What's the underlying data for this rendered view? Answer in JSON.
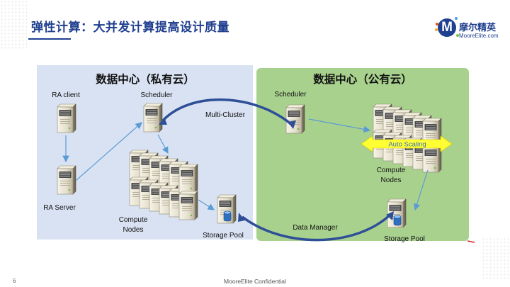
{
  "slide": {
    "title": "弹性计算：大并发计算提高设计质量",
    "logo_text": "摩尔精英",
    "logo_subtext": "MooreElite.com",
    "logo_letter": "M",
    "page_number": "6",
    "footer": "MooreElite Confidential"
  },
  "diagram": {
    "private_cloud": {
      "title": "数据中心（私有云）",
      "ra_client": "RA client",
      "ra_server": "RA Server",
      "scheduler": "Scheduler",
      "compute_nodes_line1": "Compute",
      "compute_nodes_line2": "Nodes",
      "storage_pool": "Storage Pool"
    },
    "public_cloud": {
      "title": "数据中心（公有云）",
      "scheduler": "Scheduler",
      "compute_nodes_line1": "Compute",
      "compute_nodes_line2": "Nodes",
      "auto_scaling": "Auto Scaling",
      "storage_pool": "Storage Pool"
    },
    "links": {
      "multi_cluster": "Multi-Cluster",
      "data_manager": "Data Manager"
    }
  },
  "colors": {
    "title_blue": "#1f3f8f",
    "private_bg": "#d9e2f2",
    "public_bg": "#a9d18e",
    "link_blue": "#2e4f97",
    "arrow_blue": "#5b9bd5",
    "auto_scaling_yellow": "#ffff33"
  }
}
